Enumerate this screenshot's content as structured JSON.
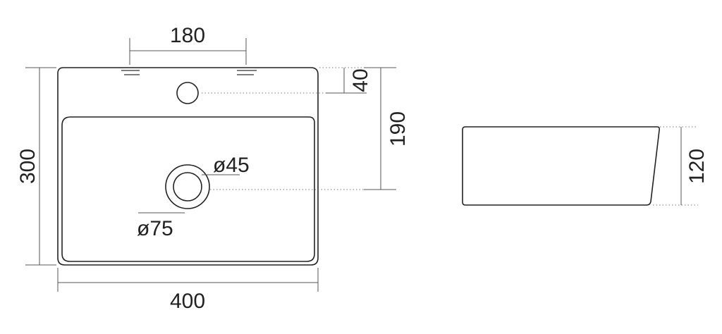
{
  "dimensions": {
    "overall_width": "400",
    "overall_depth": "300",
    "tap_hole_spacing": "180",
    "tap_hole_offset": "40",
    "drain_offset": "190",
    "height": "120",
    "drain_diameter_inner": "ø45",
    "drain_diameter_outer": "ø75"
  },
  "colors": {
    "line": "#222222",
    "background": "#ffffff"
  }
}
